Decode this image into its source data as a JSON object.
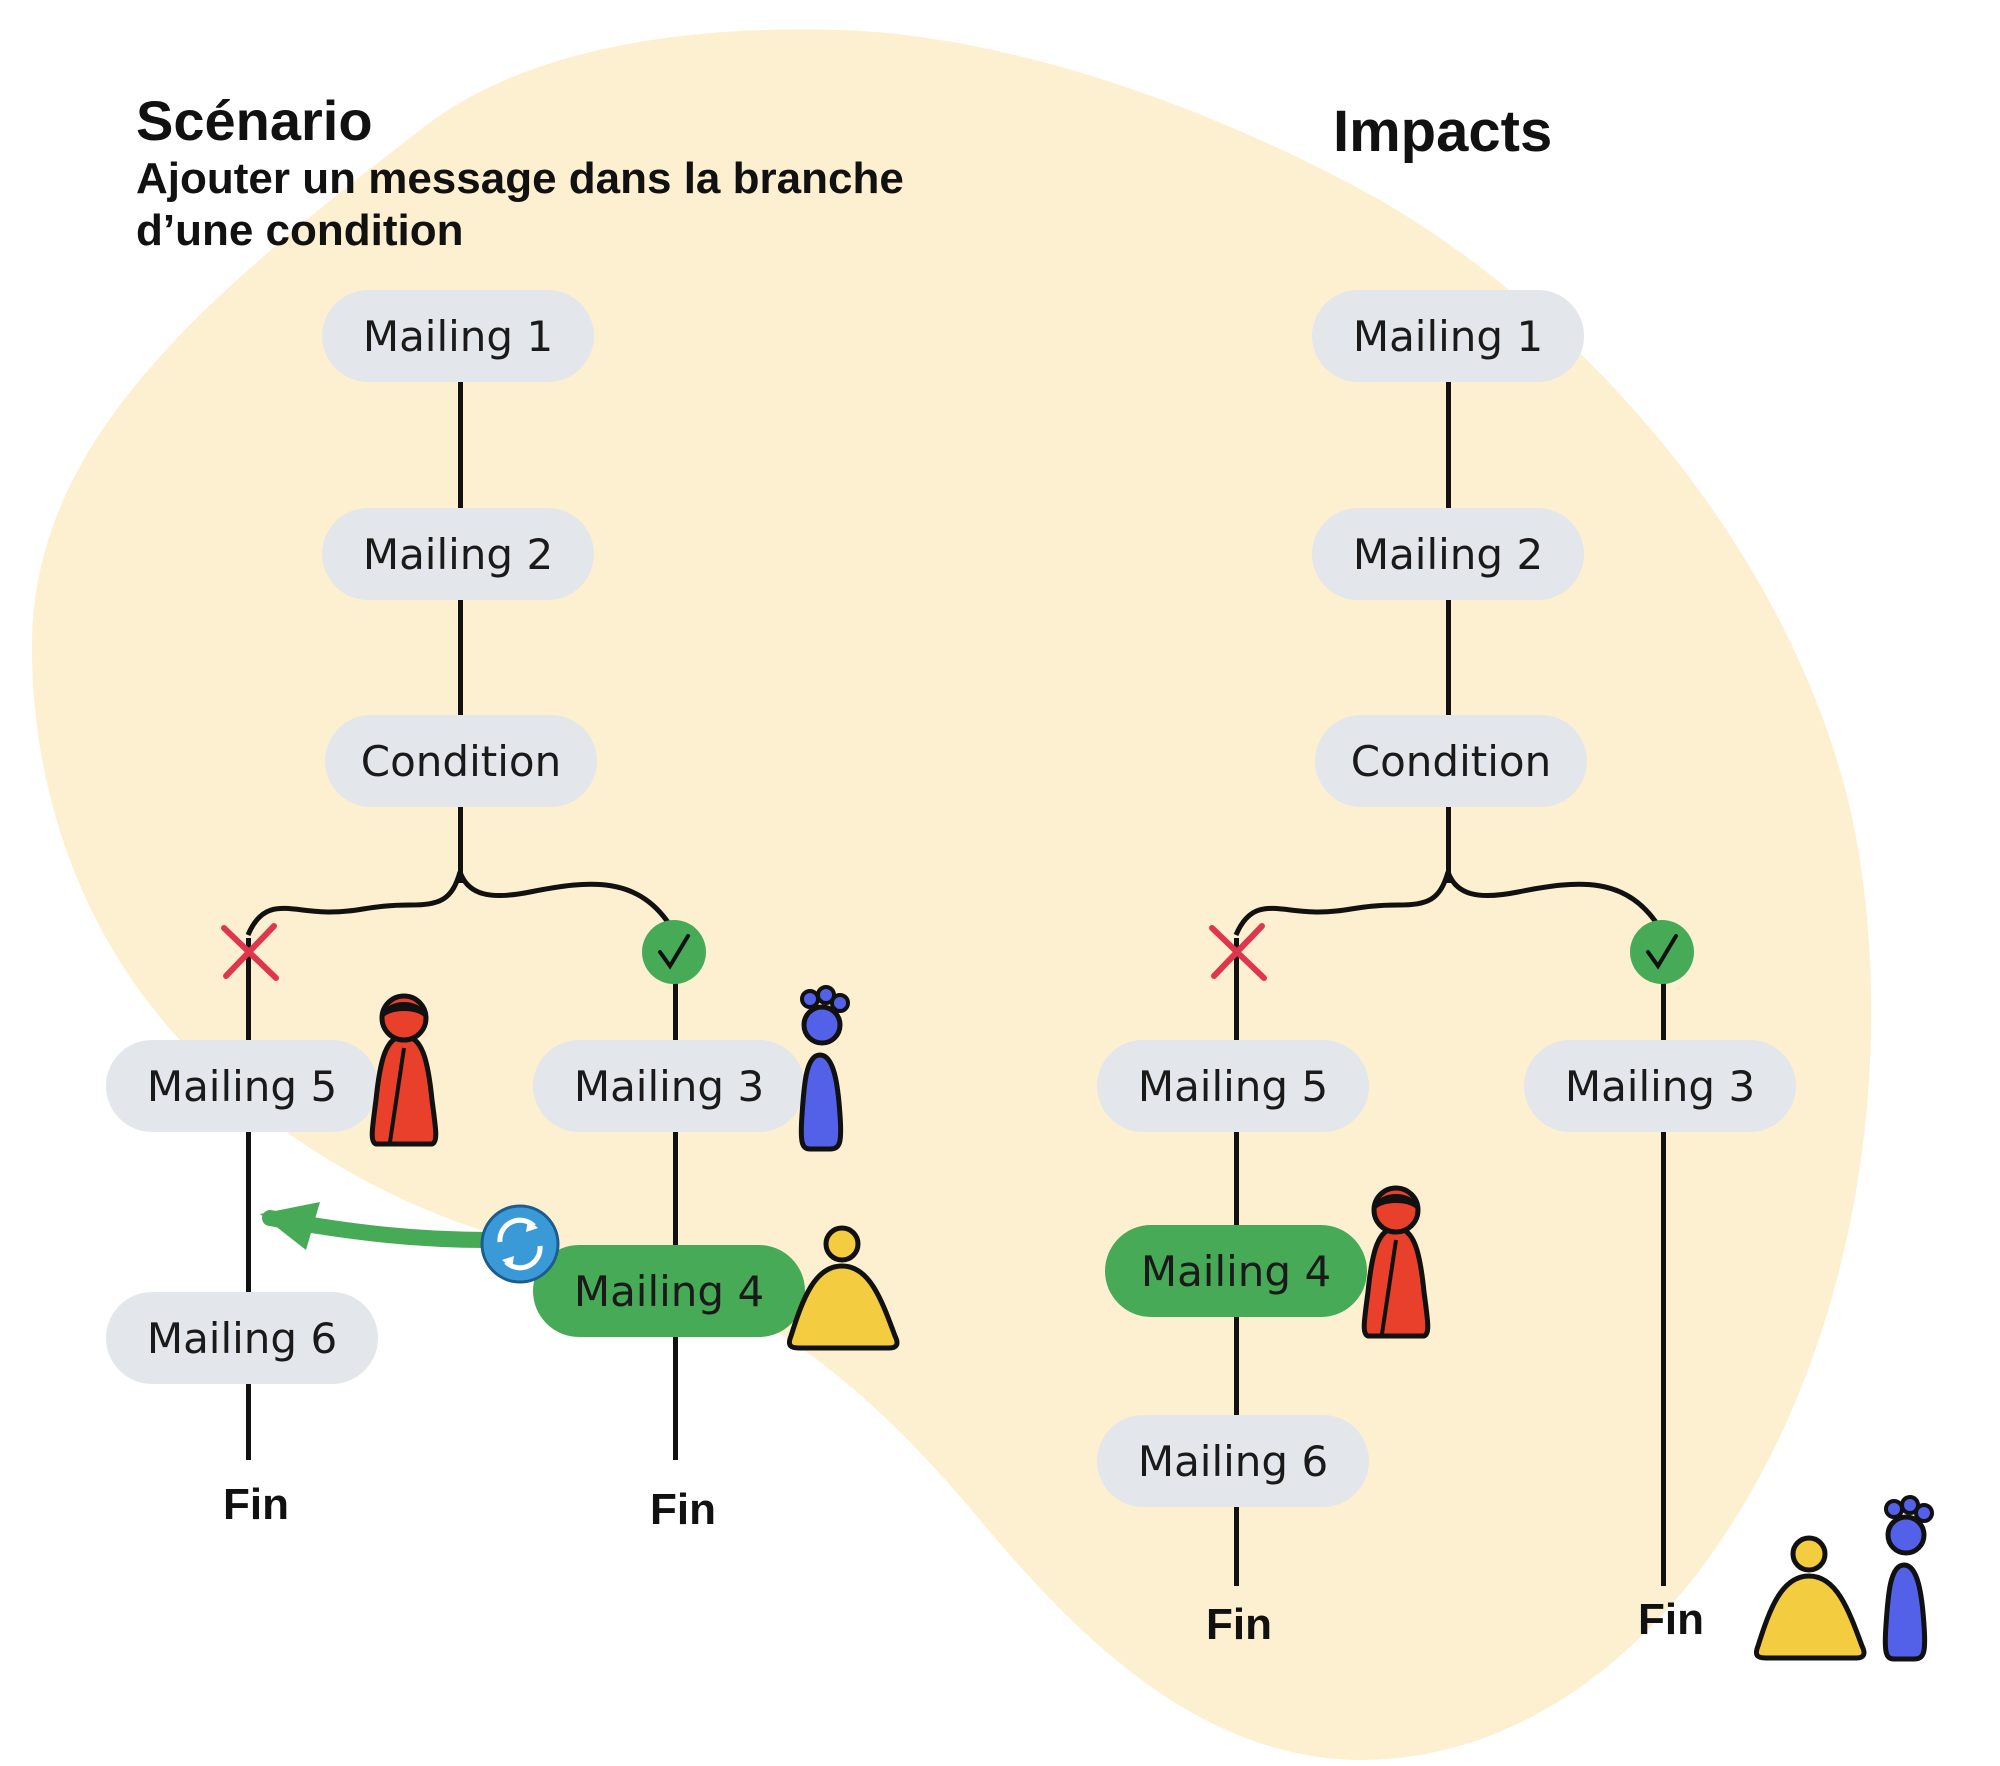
{
  "scenario": {
    "title": "Scénario",
    "subtitle_line1": "Ajouter un message dans la branche",
    "subtitle_line2": "d’une condition",
    "nodes": {
      "mailing1": "Mailing 1",
      "mailing2": "Mailing 2",
      "condition": "Condition",
      "mailing5": "Mailing 5",
      "mailing3": "Mailing 3",
      "mailing4": "Mailing 4",
      "mailing6": "Mailing 6"
    },
    "fin_left": "Fin",
    "fin_right": "Fin"
  },
  "impacts": {
    "title": "Impacts",
    "nodes": {
      "mailing1": "Mailing 1",
      "mailing2": "Mailing 2",
      "condition": "Condition",
      "mailing5": "Mailing 5",
      "mailing3": "Mailing 3",
      "mailing4": "Mailing 4",
      "mailing6": "Mailing 6"
    },
    "fin_left": "Fin",
    "fin_right": "Fin"
  },
  "colors": {
    "background_blob": "#fdf0d0",
    "node": "#e3e6ea",
    "highlight": "#47aa57",
    "arrow": "#47aa57",
    "false_cross": "#e0364d",
    "true_check": "#47aa57",
    "person_red": "#e8402a",
    "person_blue": "#5360e8",
    "person_yellow": "#f4cc3f",
    "move_icon": "#3a9ad8"
  },
  "icons": [
    "cross-icon",
    "check-icon",
    "move-icon",
    "arrow-icon",
    "person-red-icon",
    "person-blue-icon",
    "person-yellow-icon"
  ]
}
